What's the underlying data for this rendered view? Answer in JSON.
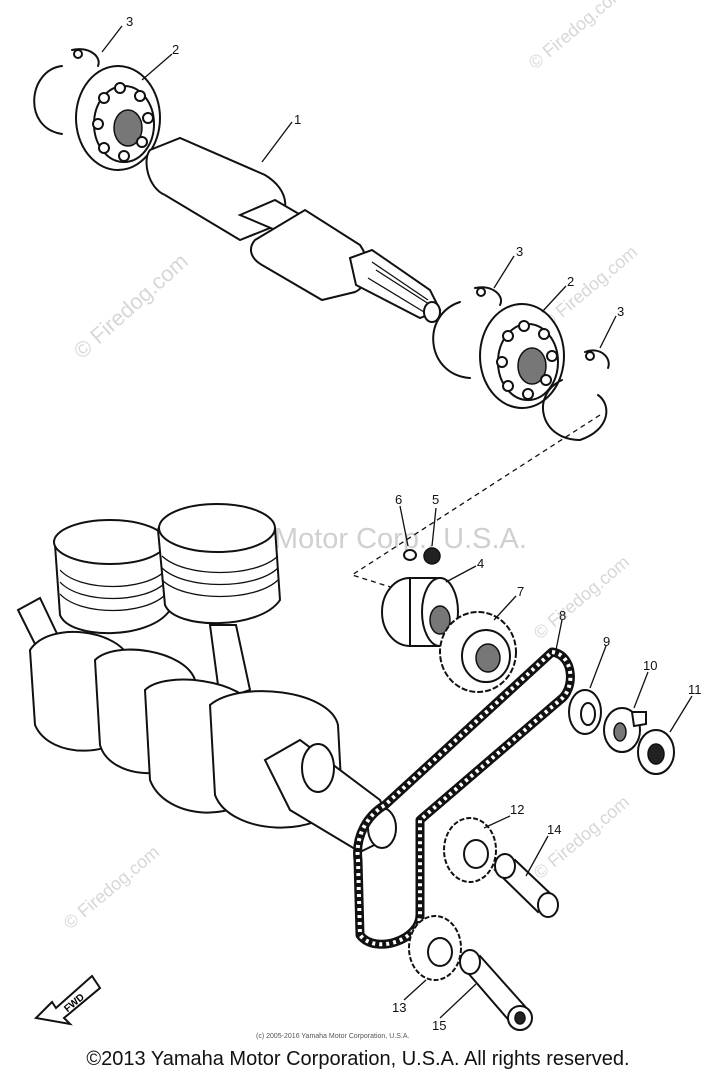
{
  "watermarks": {
    "site": "© Firedog.com",
    "brand": "Yamaha Motor Corp., U.S.A."
  },
  "callouts": [
    "1",
    "2",
    "3",
    "4",
    "5",
    "6",
    "7",
    "8",
    "9",
    "10",
    "11",
    "12",
    "13",
    "14",
    "15"
  ],
  "fwd_label": "FWD",
  "inner_copyright": "(c) 2005-2016 Yamaha Motor Corporation, U.S.A.",
  "footer": "©2013 Yamaha Motor Corporation, U.S.A. All rights reserved."
}
